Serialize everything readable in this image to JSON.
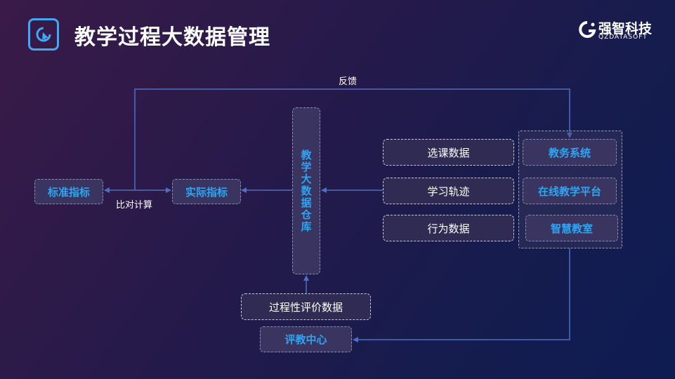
{
  "header": {
    "title": "教学过程大数据管理",
    "brand_cn": "强智科技",
    "brand_en": "QZDATASOFT"
  },
  "diagram": {
    "standard_indicator": "标准指标",
    "actual_indicator": "实际指标",
    "compare_label": "比对计算",
    "feedback_label": "反馈",
    "warehouse": "教学大数据仓库",
    "data_sources": [
      "选课数据",
      "学习轨迹",
      "行为数据"
    ],
    "systems": [
      "教务系统",
      "在线教学平台",
      "智慧教室"
    ],
    "process_eval_data": "过程性评价数据",
    "eval_center": "评教中心"
  },
  "colors": {
    "accent_blue": "#2ea4f2",
    "line": "#4a6fc8"
  }
}
